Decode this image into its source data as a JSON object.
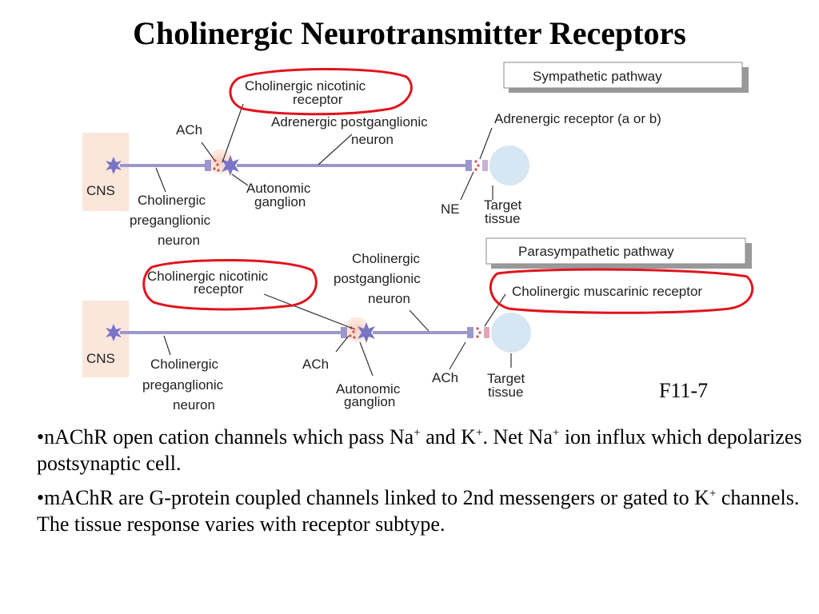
{
  "title": "Cholinergic Neurotransmitter Receptors",
  "figure_id": "F11-7",
  "sympathetic": {
    "pathway_label": "Sympathetic pathway",
    "cns": "CNS",
    "nicotinic_line1": "Cholinergic nicotinic",
    "nicotinic_line2": "receptor",
    "ach": "ACh",
    "postgang_line1": "Adrenergic postganglionic",
    "postgang_line2": "neuron",
    "adrenergic_receptor": "Adrenergic receptor (a or b)",
    "ganglion_line1": "Autonomic",
    "ganglion_line2": "ganglion",
    "pregang_line1": "Cholinergic",
    "pregang_line2": "preganglionic",
    "pregang_line3": "neuron",
    "ne": "NE",
    "target_line1": "Target",
    "target_line2": "tissue"
  },
  "parasympathetic": {
    "pathway_label": "Parasympathetic pathway",
    "cns": "CNS",
    "nicotinic_line1": "Cholinergic nicotinic",
    "nicotinic_line2": "receptor",
    "postgang_line1": "Cholinergic",
    "postgang_line2": "postganglionic",
    "postgang_line3": "neuron",
    "muscarinic_receptor": "Cholinergic muscarinic receptor",
    "pregang_line1": "Cholinergic",
    "pregang_line2": "preganglionic",
    "pregang_line3": "neuron",
    "ach_ganglion": "ACh",
    "ganglion_line1": "Autonomic",
    "ganglion_line2": "ganglion",
    "ach_target": "ACh",
    "target_line1": "Target",
    "target_line2": "tissue"
  },
  "bullets": {
    "b1_part1": "•nAChR open cation channels which pass Na",
    "b1_sup1": "+",
    "b1_part2": " and K",
    "b1_sup2": "+",
    "b1_part3": ". Net Na",
    "b1_sup3": "+",
    "b1_part4": " ion influx which depolarizes postsynaptic cell.",
    "b2_part1": "•mAChR are G-protein coupled channels linked to 2nd messengers or gated to K",
    "b2_sup1": "+",
    "b2_part2": " channels. The tissue response varies with receptor subtype."
  },
  "colors": {
    "axon": "#9b97cc",
    "cns_box": "#fbe6dc",
    "neuron_star": "#7a74c6",
    "target_cell": "#d6e6f2",
    "synapse_glow": "#f9ddd0",
    "receptor_dots": "#d94a4a",
    "annotation_red": "#e0141e",
    "box_shadow": "#999999"
  }
}
